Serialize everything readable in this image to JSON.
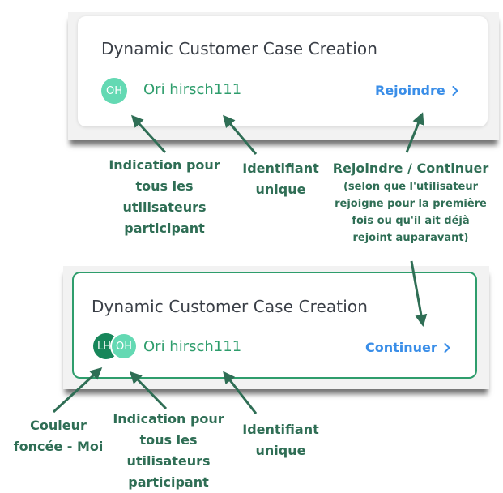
{
  "card_top": {
    "title": "Dynamic Customer Case Creation",
    "avatar_initials": "OH",
    "user_id": "Ori hirsch111",
    "action_label": "Rejoindre"
  },
  "card_bottom": {
    "title": "Dynamic Customer Case Creation",
    "avatar_me_initials": "LH",
    "avatar_other_initials": "OH",
    "user_id": "Ori hirsch111",
    "action_label": "Continuer"
  },
  "annotations": {
    "participants_top": [
      "Indication pour",
      "tous les",
      "utilisateurs",
      "participant"
    ],
    "identifier_top": [
      "Identifiant",
      "unique"
    ],
    "join_continue_title": "Rejoindre / Continuer",
    "join_continue_detail": [
      "(selon que l'utilisateur",
      "rejoigne pour la première",
      "fois ou qu'il ait déjà",
      "rejoint auparavant)"
    ],
    "me_color": [
      "Couleur",
      "foncée - Moi"
    ],
    "participants_bottom": [
      "Indication pour",
      "tous les",
      "utilisateurs",
      "participant"
    ],
    "identifier_bottom": [
      "Identifiant",
      "unique"
    ]
  },
  "colors": {
    "annotation_text": "#2f6e55",
    "arrow": "#2f6e55",
    "accent_green": "#2e9d6c",
    "avatar_light": "#64d9b3",
    "avatar_dark": "#17865a",
    "action_blue": "#3a8ee8"
  },
  "icons": {
    "action": "chevron-right-icon"
  }
}
